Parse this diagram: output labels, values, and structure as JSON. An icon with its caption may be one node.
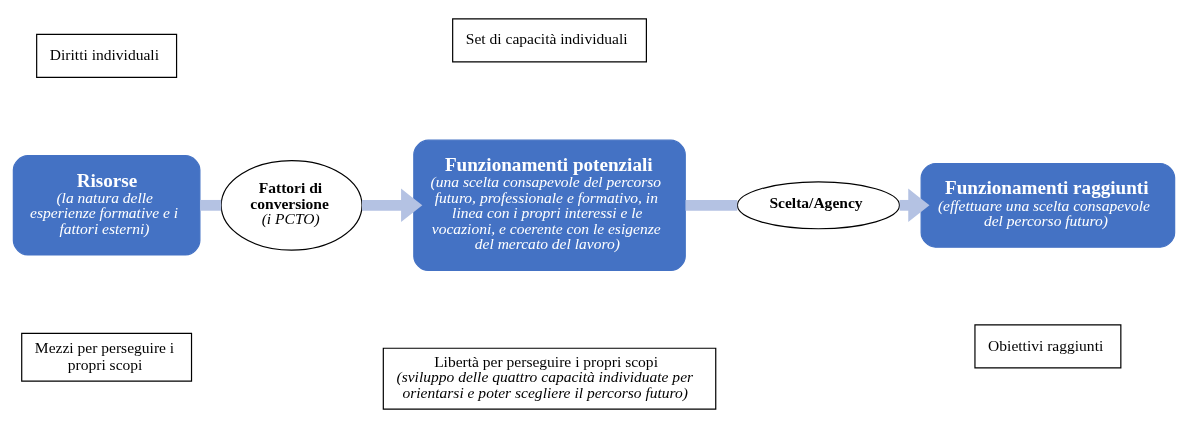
{
  "diagram": {
    "nodes": [
      {
        "text": [
          "Diritti individuali"
        ]
      },
      {
        "text": [
          "Set di capacità individuali"
        ]
      },
      {
        "text": [
          "Risorse",
          "(la natura delle esperienze formative e i fattori esterni)"
        ]
      },
      {
        "text": [
          "Fattori di conversione",
          "(i PCTO)"
        ]
      },
      {
        "text": [
          "Funzionamenti potenziali",
          "(una scelta consapevole del percorso futuro, professionale e formativo, in linea con i propri interessi e le vocazioni, e coerente con le esigenze del mercato del lavoro)"
        ]
      },
      {
        "text": [
          "Scelta/Agency"
        ]
      },
      {
        "text": [
          "Funzionamenti raggiunti",
          "(effettuare una scelta consapevole del percorso futuro)"
        ]
      },
      {
        "text": [
          "Mezzi per perseguire i propri scopi"
        ]
      },
      {
        "text": [
          "Libertà per perseguire i propri scopi",
          "(sviluppo delle quattro capacità individuate per orientarsi e poter scegliere il percorso futuro)"
        ]
      },
      {
        "text": [
          "Obiettivi raggiunti"
        ]
      }
    ],
    "edges": [
      {
        "from": 2,
        "to": 3,
        "arrow": "none"
      },
      {
        "from": 3,
        "to": 4,
        "arrow": "to"
      },
      {
        "from": 4,
        "to": 5,
        "arrow": "none"
      },
      {
        "from": 5,
        "to": 6,
        "arrow": "to"
      }
    ]
  }
}
